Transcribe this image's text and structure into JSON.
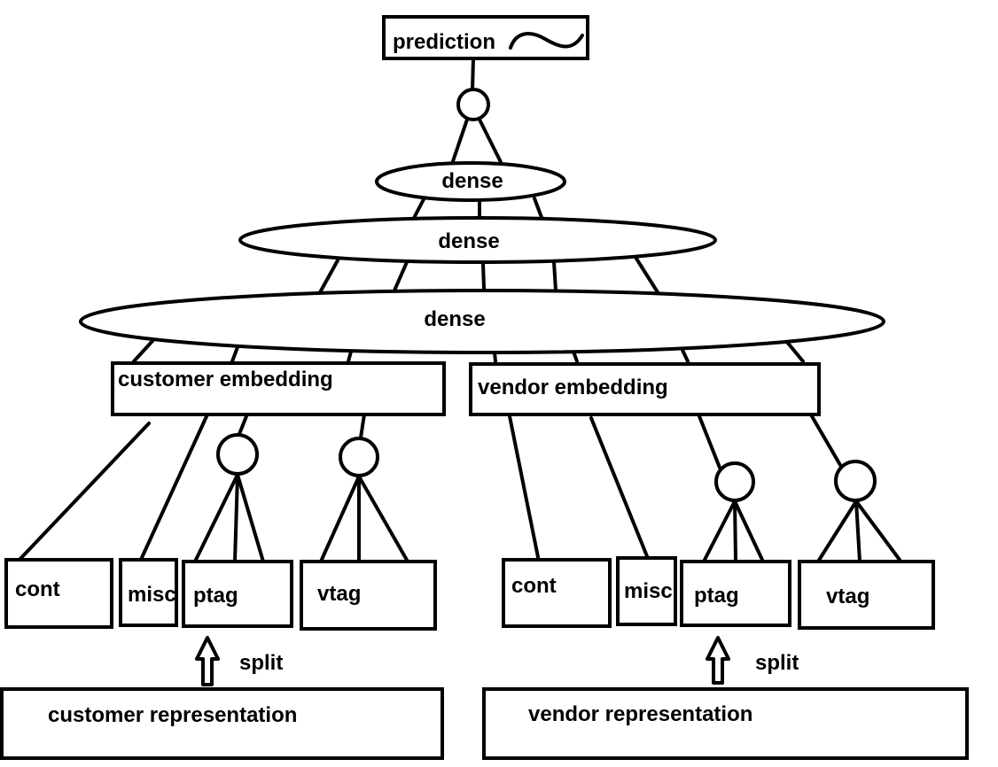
{
  "labels": {
    "prediction": "prediction",
    "dense_top": "dense",
    "dense_mid": "dense",
    "dense_bottom": "dense",
    "customer_embedding": "customer embedding",
    "vendor_embedding": "vendor embedding",
    "customer": {
      "cont": "cont",
      "misc": "misc",
      "ptag": "ptag",
      "vtag": "vtag",
      "split": "split",
      "representation": "customer representation"
    },
    "vendor": {
      "cont": "cont",
      "misc": "misc",
      "ptag": "ptag",
      "vtag": "vtag",
      "split": "split",
      "representation": "vendor representation"
    }
  },
  "icons": {
    "prediction": "sigmoid-curve-icon",
    "split_arrow": "up-arrow-icon",
    "pooling": "circle-node-icon"
  },
  "colors": {
    "stroke": "#000000",
    "background": "#ffffff"
  }
}
